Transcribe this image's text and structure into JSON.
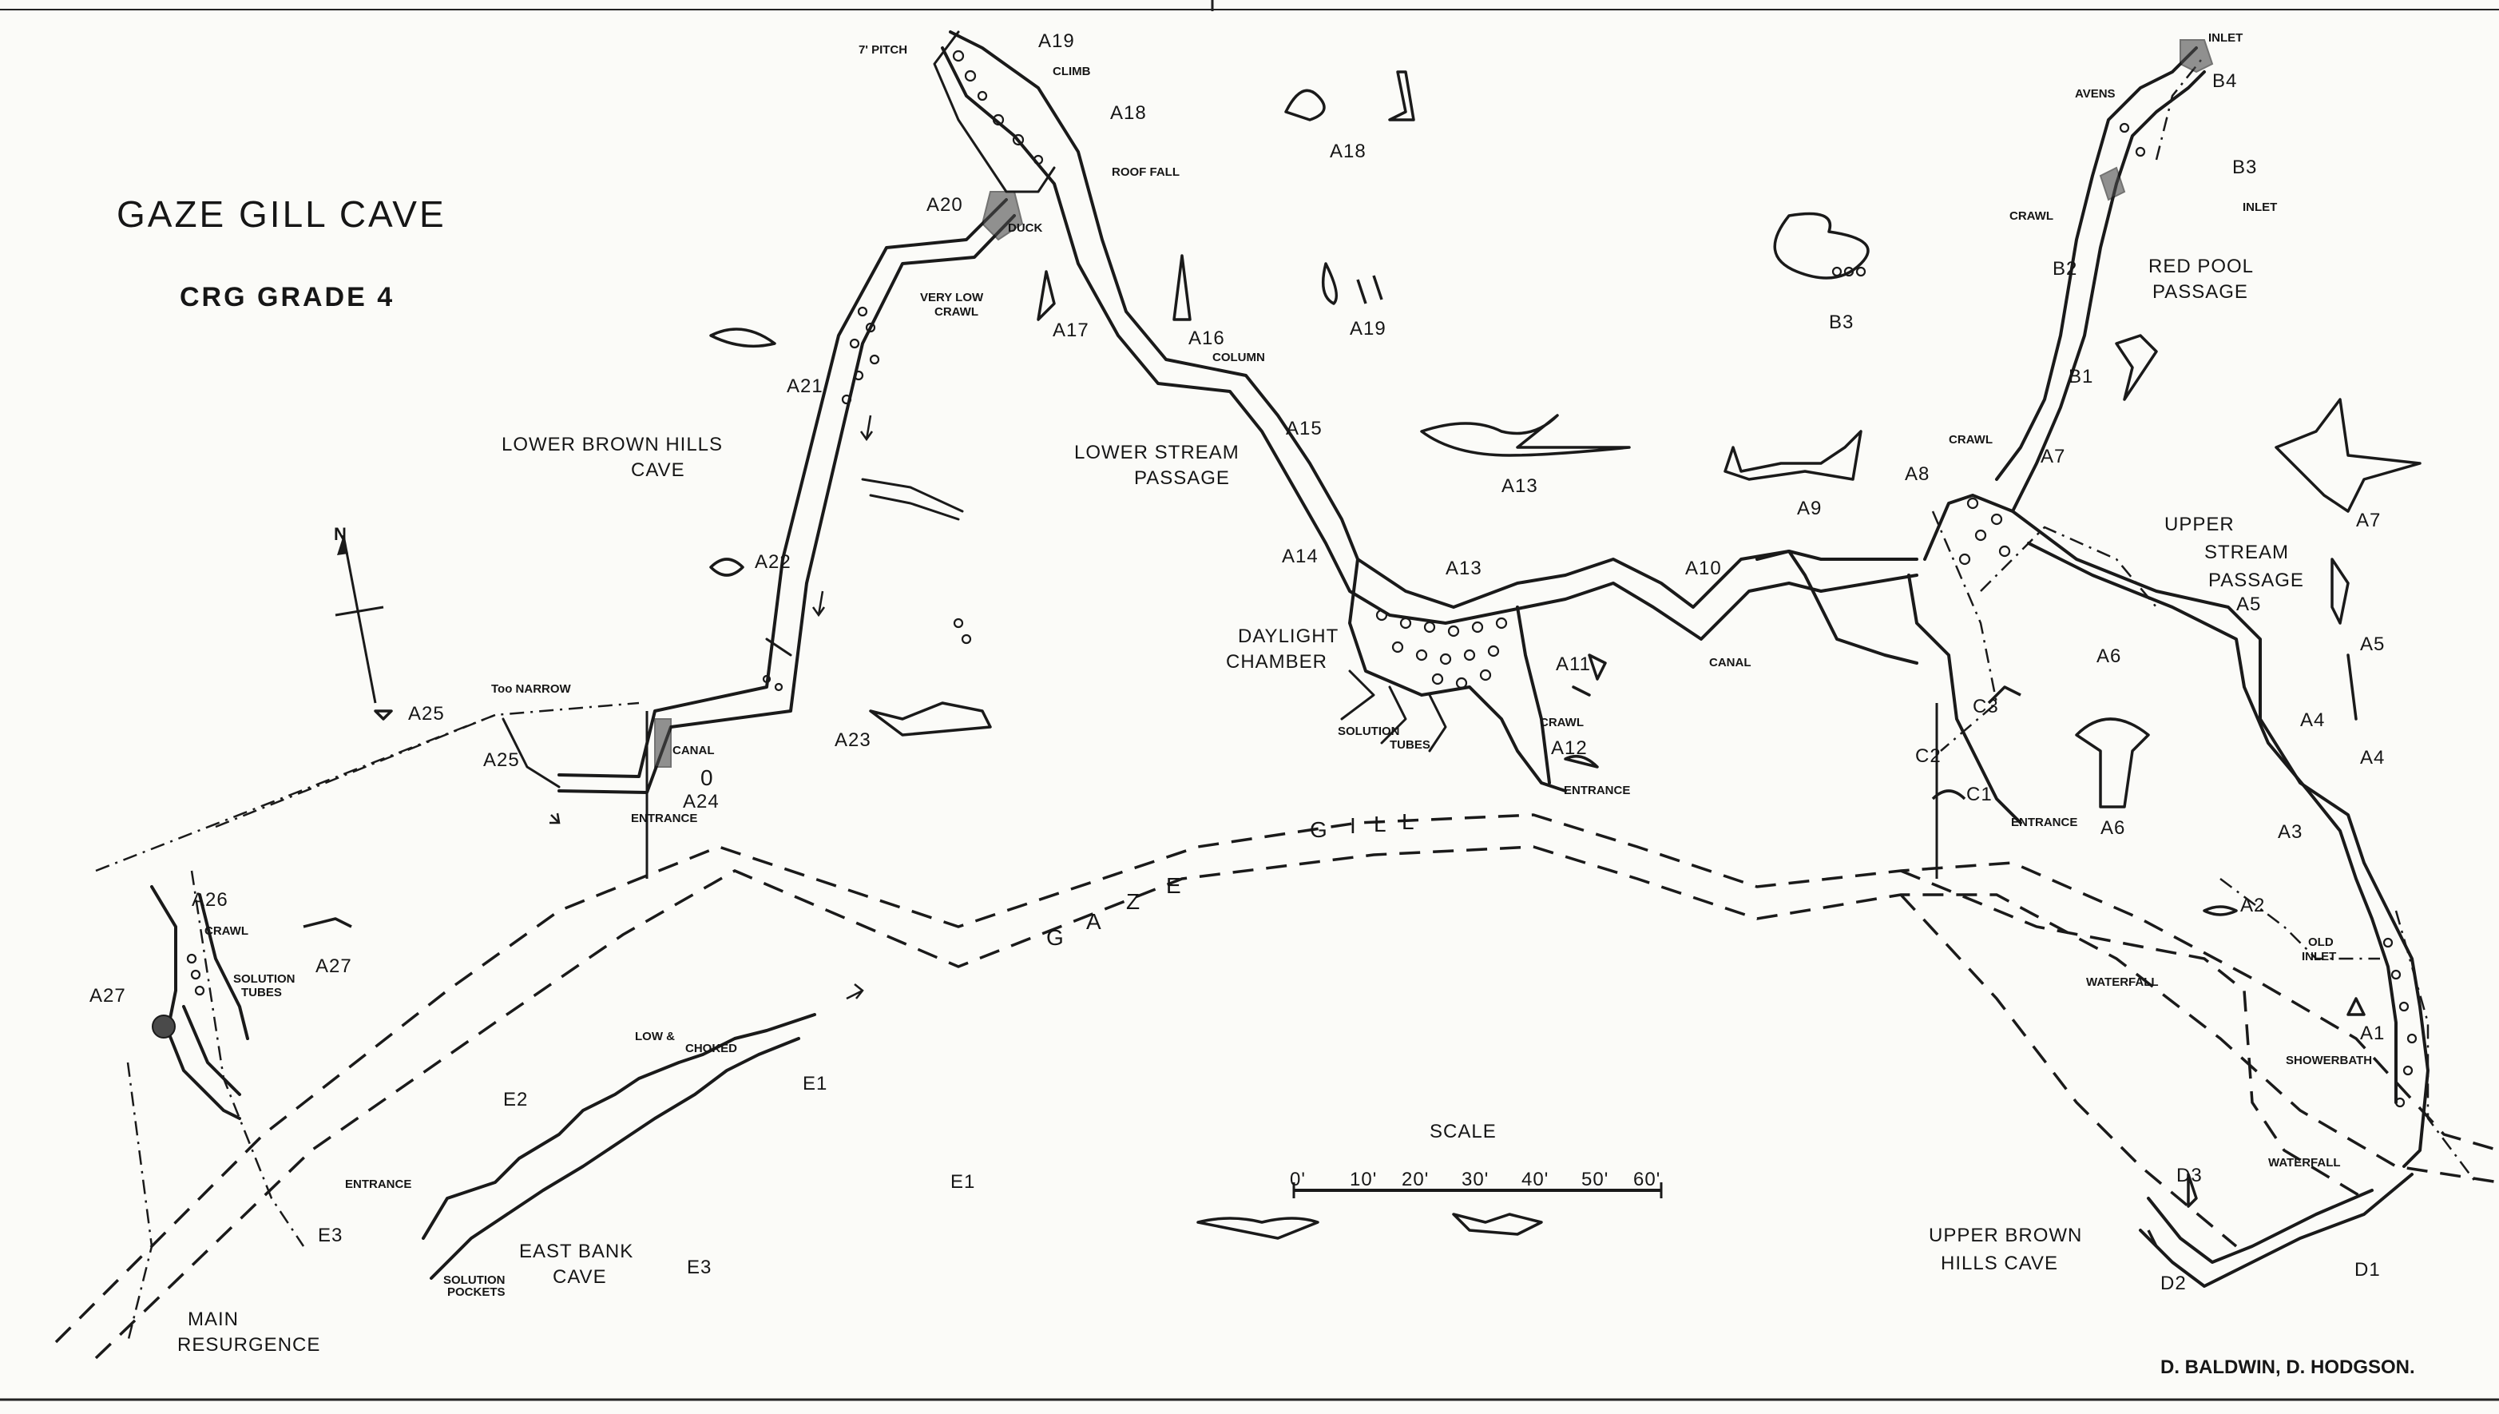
{
  "map": {
    "title": "GAZE GILL CAVE",
    "grade": "CRG GRADE 4",
    "authors": "D. BALDWIN,   D. HODGSON.",
    "north": "N",
    "river_name": [
      "G",
      "A",
      "Z",
      "E",
      "G",
      "I",
      "L",
      "L"
    ],
    "scale": {
      "title": "SCALE",
      "ticks": [
        "0'",
        "10'",
        "20'",
        "30'",
        "40'",
        "50'",
        "60'"
      ]
    }
  },
  "labels": {
    "passages": {
      "lower_brown_hills_1": "LOWER BROWN HILLS",
      "lower_brown_hills_2": "CAVE",
      "lower_stream_1": "LOWER STREAM",
      "lower_stream_2": "PASSAGE",
      "daylight_1": "DAYLIGHT",
      "daylight_2": "CHAMBER",
      "red_pool_1": "RED POOL",
      "red_pool_2": "PASSAGE",
      "upper_stream_1": "UPPER",
      "upper_stream_2": "STREAM",
      "upper_stream_3": "PASSAGE",
      "upper_brown_hills_1": "UPPER BROWN",
      "upper_brown_hills_2": "HILLS CAVE",
      "east_bank_1": "EAST BANK",
      "east_bank_2": "CAVE",
      "main_resurgence_1": "MAIN",
      "main_resurgence_2": "RESURGENCE"
    },
    "stations": {
      "a1": "A1",
      "a2": "A2",
      "a3": "A3",
      "a4": "A4",
      "a4b": "A4",
      "a5": "A5",
      "a5b": "A5",
      "a6": "A6",
      "a6b": "A6",
      "a7": "A7",
      "a7b": "A7",
      "a8": "A8",
      "a9": "A9",
      "a10": "A10",
      "a11": "A11",
      "a12": "A12",
      "a13": "A13",
      "a13b": "A13",
      "a14": "A14",
      "a15": "A15",
      "a16": "A16",
      "a17": "A17",
      "a18": "A18",
      "a18b": "A18",
      "a19": "A19",
      "a19b": "A19",
      "a20": "A20",
      "a21": "A21",
      "a22": "A22",
      "a23": "A23",
      "a24": "A24",
      "a25": "A25",
      "a25b": "A25",
      "a26": "A26",
      "a27": "A27",
      "a27b": "A27",
      "b1": "B1",
      "b2": "B2",
      "b3": "B3",
      "b3b": "B3",
      "b4": "B4",
      "c1": "C1",
      "c2": "C2",
      "c3": "C3",
      "d1": "D1",
      "d2": "D2",
      "d3": "D3",
      "e1": "E1",
      "e1b": "E1",
      "e2": "E2",
      "e3": "E3",
      "e3b": "E3",
      "zero": "0"
    },
    "notes": {
      "pitch": "7' PITCH",
      "climb": "CLIMB",
      "roof_fall": "ROOF FALL",
      "duck": "DUCK",
      "very_low_crawl_1": "VERY LOW",
      "very_low_crawl_2": "CRAWL",
      "column": "COLUMN",
      "too_narrow": "Too NARROW",
      "canal_1": "CANAL",
      "canal_2": "CANAL",
      "entrance_1": "ENTRANCE",
      "entrance_2": "ENTRANCE",
      "entrance_3": "ENTRANCE",
      "entrance_4": "ENTRANCE",
      "solution_tubes_1": "SOLUTION",
      "solution_tubes_2": "TUBES",
      "solution_tubes_a27_1": "SOLUTION",
      "solution_tubes_a27_2": "TUBES",
      "crawl_a26": "CRAWL",
      "crawl_a12": "CRAWL",
      "crawl_a8": "CRAWL",
      "crawl_b": "CRAWL",
      "avens": "AVENS",
      "inlet_b4": "INLET",
      "inlet_b3": "INLET",
      "old_inlet_1": "OLD",
      "old_inlet_2": "INLET",
      "waterfall_1": "WATERFALL",
      "waterfall_2": "WATERFALL",
      "showerbath": "SHOWERBATH",
      "low_choked_1": "LOW &",
      "low_choked_2": "CHOKED",
      "solution_pockets_1": "SOLUTION",
      "solution_pockets_2": "POCKETS"
    }
  }
}
